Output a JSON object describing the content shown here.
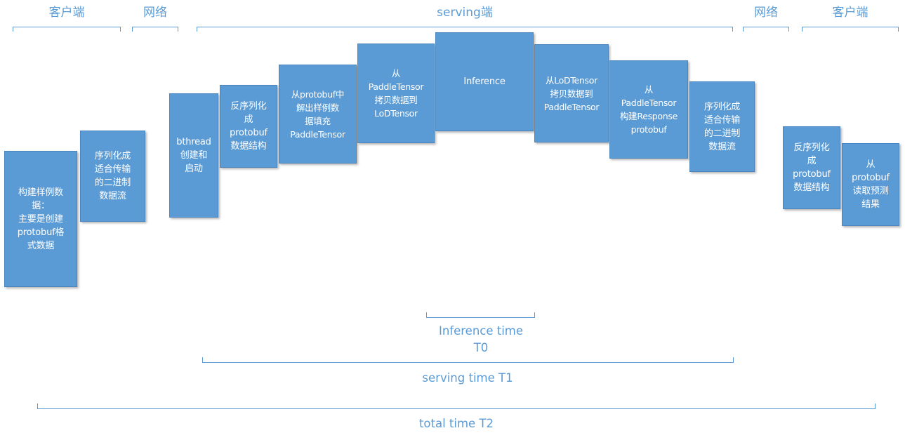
{
  "sections": {
    "client_left": "客户端",
    "network_left": "网络",
    "serving": "serving端",
    "network_right": "网络",
    "client_right": "客户端"
  },
  "steps": [
    "构建样例数\n据：\n主要是创建\nprotobuf格\n式数据",
    "序列化成\n适合传输\n的二进制\n数据流",
    "bthread\n创建和\n启动",
    "反序列化\n成\nprotobuf\n数据结构",
    "从protobuf中\n解出样例数\n据填充\nPaddleTensor",
    "从\nPaddleTensor\n拷贝数据到\nLoDTensor",
    "Inference",
    "从LoDTensor\n拷贝数据到\nPaddleTensor",
    "从\nPaddleTensor\n构建Response\nprotobuf",
    "序列化成\n适合传输\n的二进制\n数据流",
    "反序列化\n成\nprotobuf\n数据结构",
    "从\nprotobuf\n读取预测\n结果"
  ],
  "timings": {
    "inference": "Inference time\nT0",
    "serving": "serving time T1",
    "total": "total time T2"
  },
  "colors": {
    "box_fill": "#5b9bd5",
    "box_text": "#ffffff",
    "label": "#5b9bd5"
  }
}
